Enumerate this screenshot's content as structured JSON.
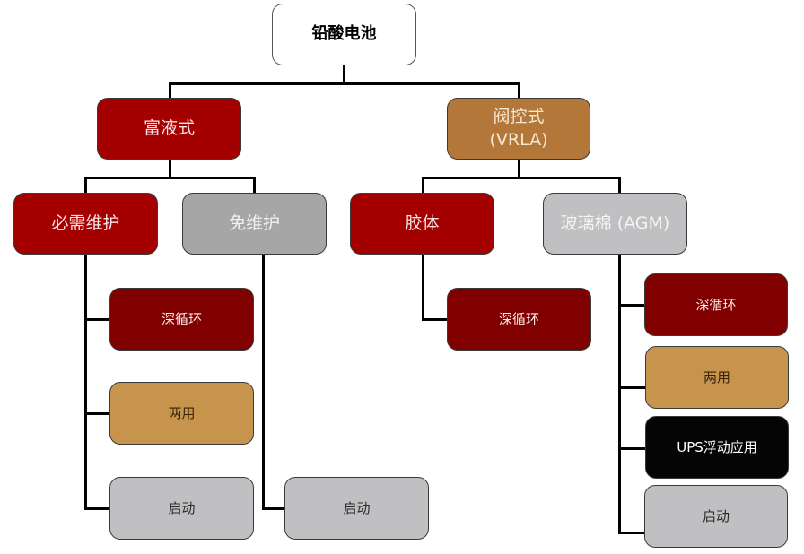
{
  "diagram": {
    "title": "铅酸电池",
    "root": {
      "label": "铅酸电池"
    },
    "level1": [
      {
        "label": "富液式",
        "color": "#a50000"
      },
      {
        "label": "阀控式\n(VRLA)",
        "color": "#b4773a"
      }
    ],
    "level2": [
      {
        "label": "必需维护",
        "parent": "富液式",
        "color": "#a50000"
      },
      {
        "label": "免维护",
        "parent": "富液式",
        "color": "#a6a6a6"
      },
      {
        "label": "胶体",
        "parent": "阀控式 (VRLA)",
        "color": "#a50000"
      },
      {
        "label": "玻璃棉 (AGM)",
        "parent": "阀控式 (VRLA)",
        "color": "#c0bfc1"
      }
    ],
    "leaves": {
      "required_maintenance": [
        {
          "label": "深循环",
          "color": "#800000"
        },
        {
          "label": "两用",
          "color": "#c7944d"
        },
        {
          "label": "启动",
          "color": "#c0bfc1"
        }
      ],
      "maintenance_free": [
        {
          "label": "启动",
          "color": "#c0bfc1"
        }
      ],
      "gel": [
        {
          "label": "深循环",
          "color": "#800000"
        }
      ],
      "agm": [
        {
          "label": "深循环",
          "color": "#800000"
        },
        {
          "label": "两用",
          "color": "#c7944d"
        },
        {
          "label": "UPS浮动应用",
          "color": "#050505"
        },
        {
          "label": "启动",
          "color": "#c0bfc1"
        }
      ]
    }
  }
}
